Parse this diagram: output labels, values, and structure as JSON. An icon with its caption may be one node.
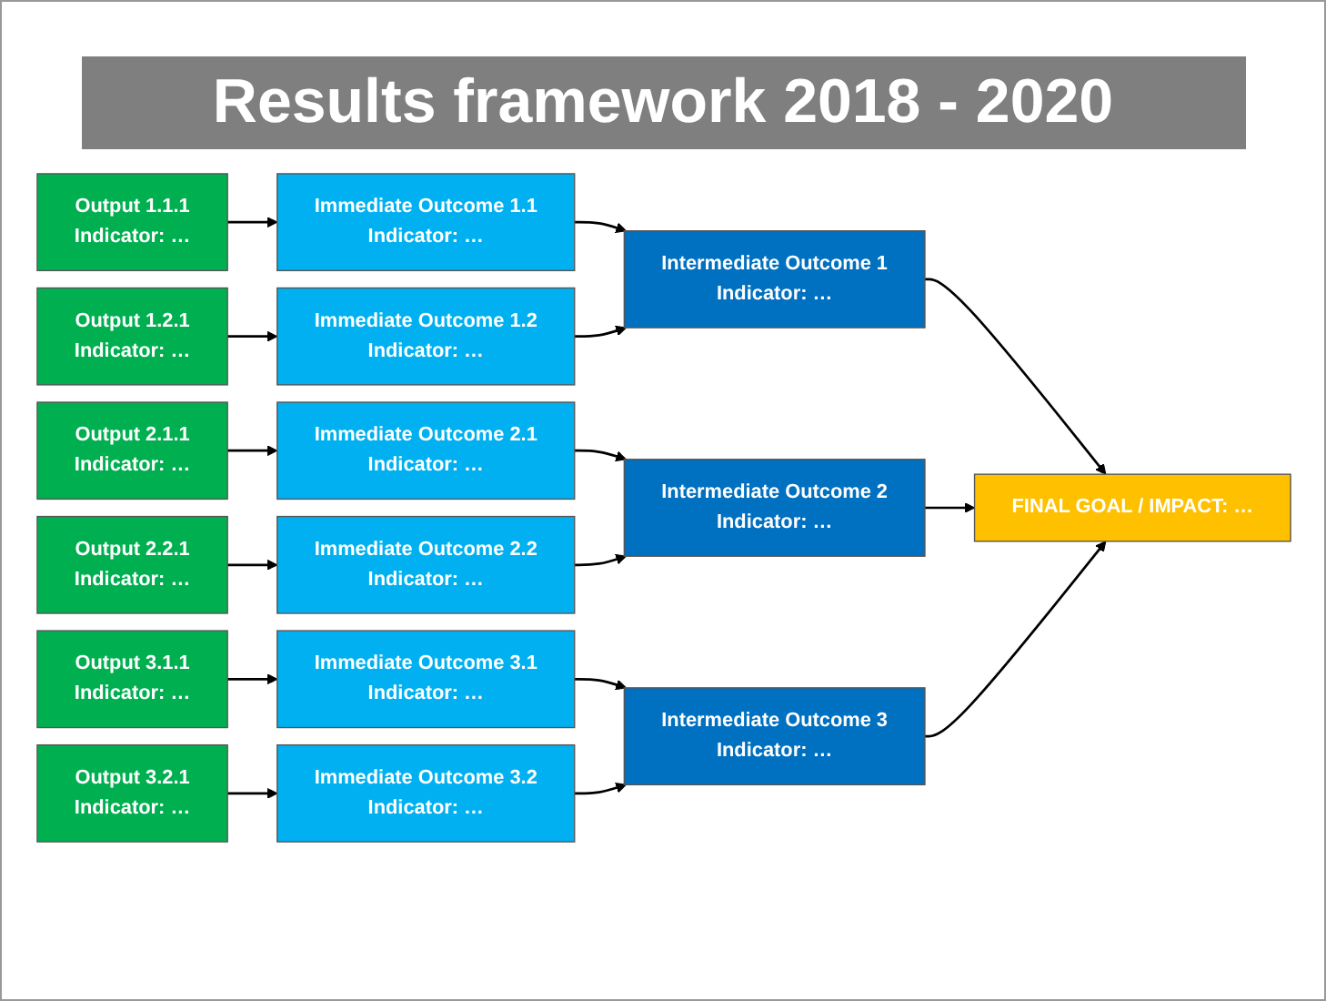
{
  "diagram": {
    "title": "Results framework 2018 - 2020",
    "nodes": [
      {
        "text": [
          "Output 1.1.1",
          "Indicator: …"
        ]
      },
      {
        "text": [
          "Immediate Outcome 1.1",
          "Indicator: …"
        ]
      },
      {
        "text": [
          "Output 1.2.1",
          "Indicator: …"
        ]
      },
      {
        "text": [
          "Immediate Outcome 1.2",
          "Indicator: …"
        ]
      },
      {
        "text": [
          "Intermediate Outcome 1",
          "Indicator: …"
        ]
      },
      {
        "text": [
          "FINAL GOAL / IMPACT: …"
        ]
      },
      {
        "text": [
          "Output 2.1.1",
          "Indicator: …"
        ]
      },
      {
        "text": [
          "Immediate Outcome 2.1",
          "Indicator: …"
        ]
      },
      {
        "text": [
          "Output 2.2.1",
          "Indicator: …"
        ]
      },
      {
        "text": [
          "Immediate Outcome 2.2",
          "Indicator: …"
        ]
      },
      {
        "text": [
          "Intermediate Outcome 2",
          "Indicator: …"
        ]
      },
      {
        "text": [
          "Output 3.1.1",
          "Indicator: …"
        ]
      },
      {
        "text": [
          "Immediate Outcome 3.1",
          "Indicator: …"
        ]
      },
      {
        "text": [
          "Output 3.2.1",
          "Indicator: …"
        ]
      },
      {
        "text": [
          "Immediate Outcome 3.2",
          "Indicator: …"
        ]
      },
      {
        "text": [
          "Intermediate Outcome 3",
          "Indicator: …"
        ]
      }
    ],
    "edges": [
      {
        "from": 0,
        "to": 1,
        "arrow": "to"
      },
      {
        "from": 1,
        "to": 4,
        "arrow": "to"
      },
      {
        "from": 2,
        "to": 3,
        "arrow": "to"
      },
      {
        "from": 3,
        "to": 4,
        "arrow": "to"
      },
      {
        "from": 4,
        "to": 5,
        "arrow": "to"
      },
      {
        "from": 6,
        "to": 7,
        "arrow": "to"
      },
      {
        "from": 7,
        "to": 10,
        "arrow": "to"
      },
      {
        "from": 8,
        "to": 9,
        "arrow": "to"
      },
      {
        "from": 9,
        "to": 10,
        "arrow": "to"
      },
      {
        "from": 10,
        "to": 5,
        "arrow": "to"
      },
      {
        "from": 11,
        "to": 12,
        "arrow": "to"
      },
      {
        "from": 12,
        "to": 15,
        "arrow": "to"
      },
      {
        "from": 13,
        "to": 14,
        "arrow": "to"
      },
      {
        "from": 14,
        "to": 15,
        "arrow": "to"
      },
      {
        "from": 15,
        "to": 5,
        "arrow": "to"
      }
    ]
  }
}
